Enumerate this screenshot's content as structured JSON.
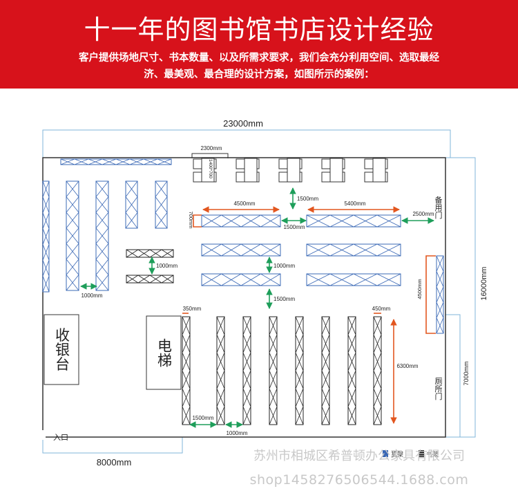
{
  "banner": {
    "title": "十一年的图书馆书店设计经验",
    "subtitle_line1": "客户提供场地尺寸、书本数量、以及所需求要求，我们会充分利用空间、选取最经",
    "subtitle_line2": "济、最美观、最合理的设计方案，如图所示的案例：",
    "bg_color": "#d7121b"
  },
  "plan": {
    "dim_total_width": "23000mm",
    "dim_total_height": "16000mm",
    "dim_entrance_width": "8000mm",
    "dim_table_group": "2300mm",
    "dim_table_unit": "1400*700",
    "dim_gap_tables": "1500mm",
    "dim_shelf_left_len": "4500mm",
    "dim_shelf_right_len": "5400mm",
    "dim_shelf_depth": "700mm",
    "dim_gap_mid": "1500mm",
    "dim_gap_side": "2500mm",
    "dim_gap_rows": "1000mm",
    "dim_gap_small": "1000mm",
    "dim_gap_left": "1000mm",
    "dim_gap_lower": "1500mm",
    "dim_wall_shelf": "4500mm",
    "dim_shelf_350": "350mm",
    "dim_shelf_450": "450mm",
    "dim_tall_shelf": "6300mm",
    "dim_bottom_gap1": "1500mm",
    "dim_bottom_gap2": "1000mm",
    "dim_right_7000": "7000mm",
    "label_spare_door": "备用门",
    "label_toilet_door": "厕所门",
    "label_cashier": "收银台",
    "label_elevator": "电梯",
    "label_entrance": "入口",
    "legend_shelf_a": "货架",
    "legend_shelf_b": "书架",
    "colors": {
      "shelf": "#3a68b5",
      "arrow_green": "#1e9e5a",
      "arrow_orange": "#e2561f",
      "dim_line": "#7fb4d9"
    }
  },
  "watermark": {
    "company": "苏州市相城区希普顿办公家具有限公司",
    "shop": "shop1458276506544.1688.com"
  }
}
